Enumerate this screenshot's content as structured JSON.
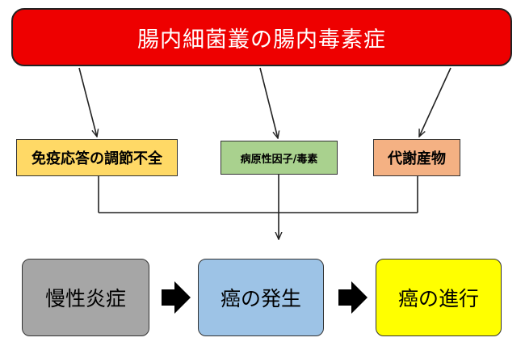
{
  "title": "腸内細菌叢の腸内毒素症",
  "causes": [
    {
      "label": "免疫応答の調節不全"
    },
    {
      "label": "病原性因子/毒素"
    },
    {
      "label": "代謝産物"
    }
  ],
  "stages": [
    {
      "label": "慢性炎症"
    },
    {
      "label": "癌の発生"
    },
    {
      "label": "癌の進行"
    }
  ],
  "colors": {
    "banner": "#ee0000",
    "immune": "#ffd966",
    "pathogen": "#a9d18e",
    "metabolite": "#f4b183",
    "inflammation": "#a6a6a6",
    "onset": "#9dc3e6",
    "progress": "#ffff00"
  }
}
